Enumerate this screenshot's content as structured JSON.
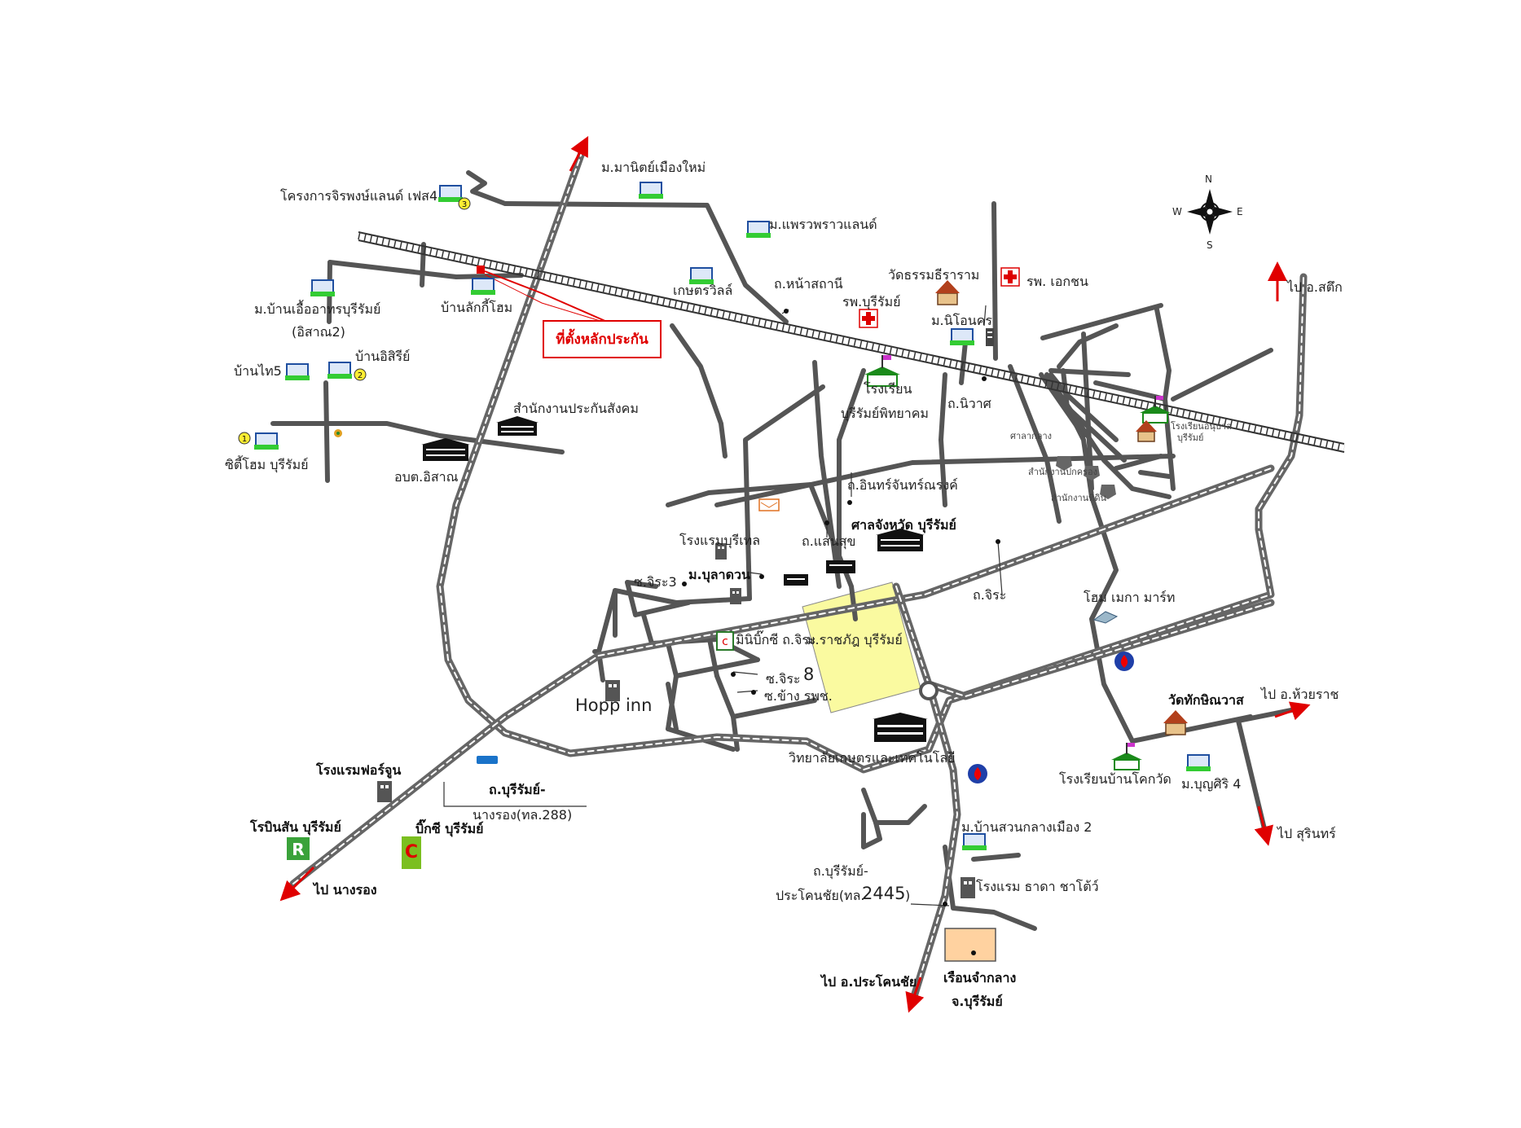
{
  "compass": {
    "n": "N",
    "s": "S",
    "e": "E",
    "w": "W"
  },
  "callout": {
    "label": "ที่ตั้งหลักประกัน"
  },
  "labels": {
    "manit": "ม.มานิตย์เมืองใหม่",
    "jirapong": "โครงการจิรพงษ์แลนด์ เฟส4",
    "praewprao": "ม.แพรวพราวแลนด์",
    "baan_eua": "ม.บ้านเอื้ออาทรบุรีรัมย์",
    "isan2": "(อิสาณ2)",
    "baan_lak": "บ้านลักกี้โฮม",
    "kaset_ville": "เกษตรวิลล์",
    "thanon_sathani": "ถ.หน้าสถานี",
    "wat_thammasaram": "วัดธรรมธีราราม",
    "rp_ekachon": "รพ. เอกชน",
    "rp_buriram": "รพ.บุรีรัมย์",
    "m_nicha": "ม.นิโอนคร",
    "pai_satuek": "ไป อ.สตึก",
    "baan_isiri": "บ้านอิสิรีย์",
    "baan_tai5": "บ้านไท5",
    "school": "โรงเรียน",
    "school2": "บุรีรัมย์พิทยาคม",
    "th_niwat": "ถ.นิวาศ",
    "sso": "สำนักงานประกันสังคม",
    "city_home": "ซิตี้โฮม บุรีรัมย์",
    "abt_isan": "อบต.อิสาณ",
    "govt1": "ศาลากลาง",
    "govt2": "สำนักงานปกครอง",
    "govt3": "สำนักงานที่ดิน",
    "right_school": "โรงเรียนอนุบาล",
    "right_school2": "บุรีรัมย์",
    "th_inthra": "ถ.อินทร์จันทร์ณรงค์",
    "sala": "ศาลจังหวัด บุรีรัมย์",
    "hotel_buritel": "โรงแรมบุรีเทล",
    "th_saensuk": "ถ.แสนสุข",
    "th_jira3": "ซ.จิระ3",
    "m_bulasuan": "ม.บุลาดวน",
    "th_jira": "ถ.จิระ",
    "home_mega": "โฮม เมกา มาร์ท",
    "mini_bigc": "มินิบิ๊กซี ถ.จิระ",
    "rajabhat": "ม.ราชภัฎ บุรีรัมย์",
    "soi_jira8a": "ซ.จิระ",
    "soi_jira8b": "8",
    "soi_chang": "ซ.ข้าง รพช.",
    "hopp": "Hopp inn",
    "wat_thak": "วัดทักษิณวาส",
    "pai_huairat": "ไป อ.ห้วยราช",
    "college": "วิทยาลัยเกษตรและเทคโนโลยี",
    "fortune": "โรงแรมฟอร์จูน",
    "th_buri_nangrong1": "ถ.บุรีรัมย์-",
    "th_buri_nangrong2": "นางรอง(ทล.288)",
    "school_ban_khok": "โรงเรียนบ้านโคกวัด",
    "m_bunsiri": "ม.บุญศิริ 4",
    "robinson": "โรบินสัน บุรีรัมย์",
    "bigc": "บิ๊กซี บุรีรัมย์",
    "pai_nangrong": "ไป นางรอง",
    "pai_surin": "ไป สุรินทร์",
    "m_suan": "ม.บ้านสวนกลางเมือง 2",
    "th_buri_prakhon1": "ถ.บุรีรัมย์-",
    "th_buri_prakhon2a": "ประโคนชัย(ทล.",
    "th_buri_prakhon2b": "2445",
    "th_buri_prakhon2c": ")",
    "hotel_thada": "โรงแรม ธาดา ชาโต้ว์",
    "pai_prakhon": "ไป อ.ประโคนชัย",
    "prison1": "เรือนจำกลาง",
    "prison2": "จ.บุรีรัมย์"
  },
  "colors": {
    "road": "#555555",
    "highway": "#666666",
    "railway": "#333333",
    "arrow": "#e00000",
    "university_zone": "#fafaa0",
    "prison_zone": "#ffd2a0",
    "callout": "#e00000"
  }
}
